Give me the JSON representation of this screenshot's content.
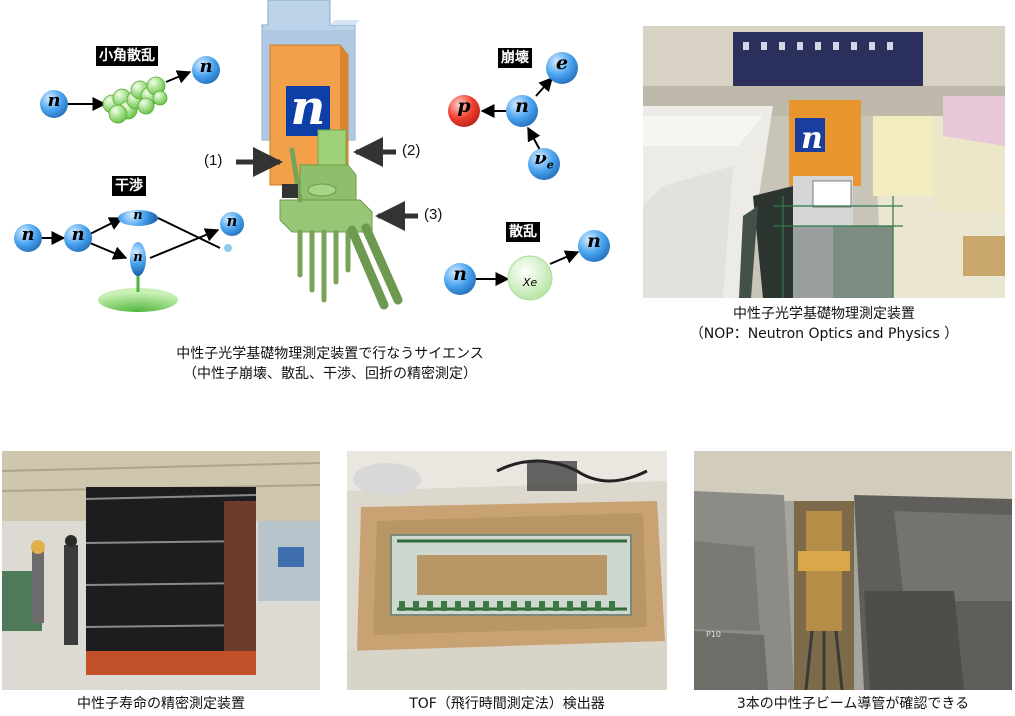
{
  "diagram": {
    "small_angle_label": "小角散乱",
    "interference_label": "干渉",
    "decay_label": "崩壊",
    "scattering_label": "散乱",
    "particles": {
      "neutron": "n",
      "proton": "p",
      "electron": "e",
      "neutrino": "ν",
      "neutrino_sub": "e",
      "xenon": "Xe"
    },
    "callouts": [
      "(1)",
      "(2)",
      "(3)"
    ],
    "logo_letter": "n",
    "caption_line1": "中性子光学基礎物理測定装置で行なうサイエンス",
    "caption_line2": "（中性子崩壊、散乱、干渉、回折の精密測定）"
  },
  "photos": {
    "top_right": {
      "caption_line1": "中性子光学基礎物理測定装置",
      "caption_line2": "（NOP：Neutron Optics and Physics ）"
    },
    "bottom_left": {
      "caption": "中性子寿命の精密測定装置"
    },
    "bottom_center": {
      "caption": "TOF（飛行時間測定法）検出器"
    },
    "bottom_right": {
      "caption": "3本の中性子ビーム導管が確認できる"
    }
  },
  "colors": {
    "neutron_blue": "#2a7fd4",
    "proton_red": "#e0261c",
    "cluster_green": "#8fd46a",
    "apparatus_orange": "#f2a14a",
    "apparatus_green": "#8fbf6a",
    "shield_blue": "#aac4e0"
  }
}
